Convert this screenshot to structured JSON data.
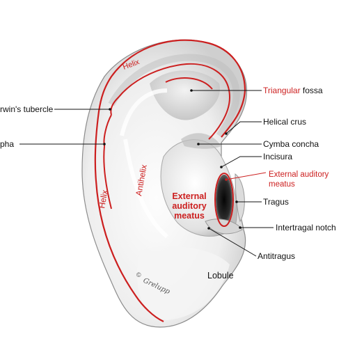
{
  "labels": {
    "helix_top": "Helix",
    "helix_side": "Helix",
    "antihelix": "Antihelix",
    "triangular_red": "Triangular",
    "triangular_black": " fossa",
    "darwins_tubercle": "rwin's tubercle",
    "scapha": "pha",
    "helical_crus": "Helical crus",
    "cymba_concha": "Cymba concha",
    "incisura": "Incisura",
    "eam_right_line1": "External auditory",
    "eam_right_line2": "meatus",
    "eam_center_line1": "External",
    "eam_center_line2": "auditory",
    "eam_center_line3": "meatus",
    "tragus": "Tragus",
    "intertragal_notch": "Intertragal notch",
    "antitragus": "Antitragus",
    "lobule": "Lobule",
    "signature": "Grelupp",
    "copyright": "©"
  },
  "colors": {
    "accent_red": "#cc1f1f",
    "line_black": "#111111",
    "skin_shade": "#d8d8d8",
    "dark_canal": "#2a2a2a"
  }
}
